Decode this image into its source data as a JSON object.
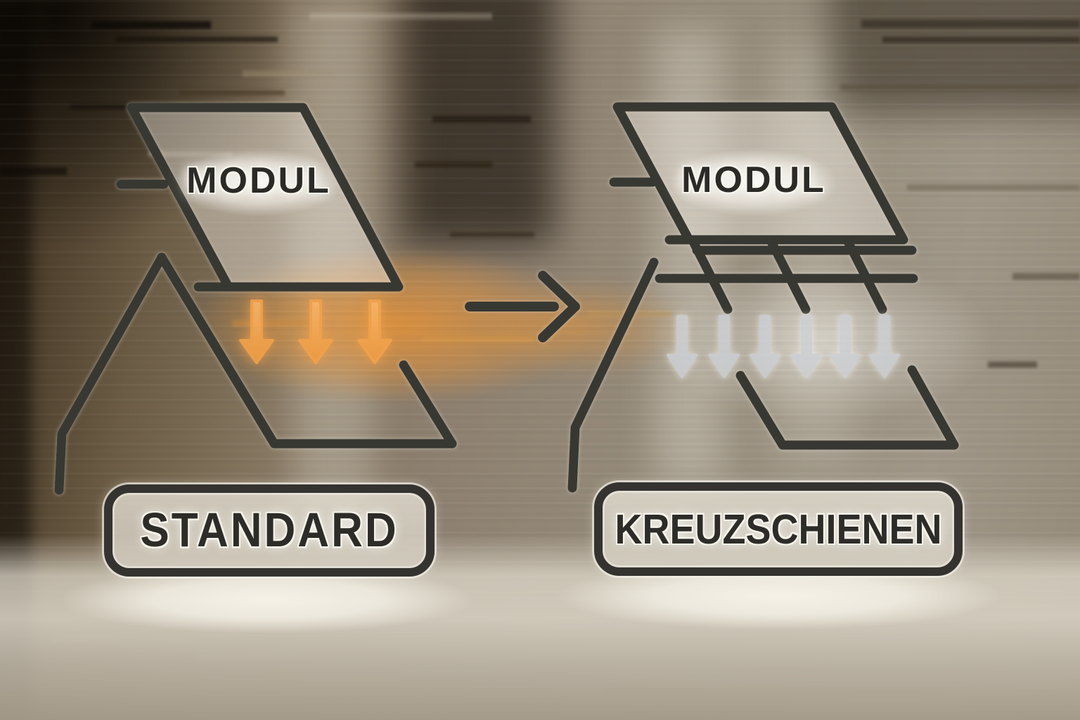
{
  "left_system": {
    "module_label": "MODUL",
    "caption": "STANDARD",
    "load_arrows": {
      "count": 3,
      "color": "#f2a24c"
    }
  },
  "right_system": {
    "module_label": "MODUL",
    "caption": "KREUZSCHIENEN",
    "load_arrows": {
      "count": 6,
      "color": "#ced2d7"
    }
  },
  "transition": {
    "icon": "arrow-right-icon",
    "color": "#383731"
  },
  "colors": {
    "line": "#383731",
    "label_text": "#2d2c28",
    "panel_fill": "rgba(235,230,220,0.32)",
    "orange_glow": "#e8994b"
  }
}
